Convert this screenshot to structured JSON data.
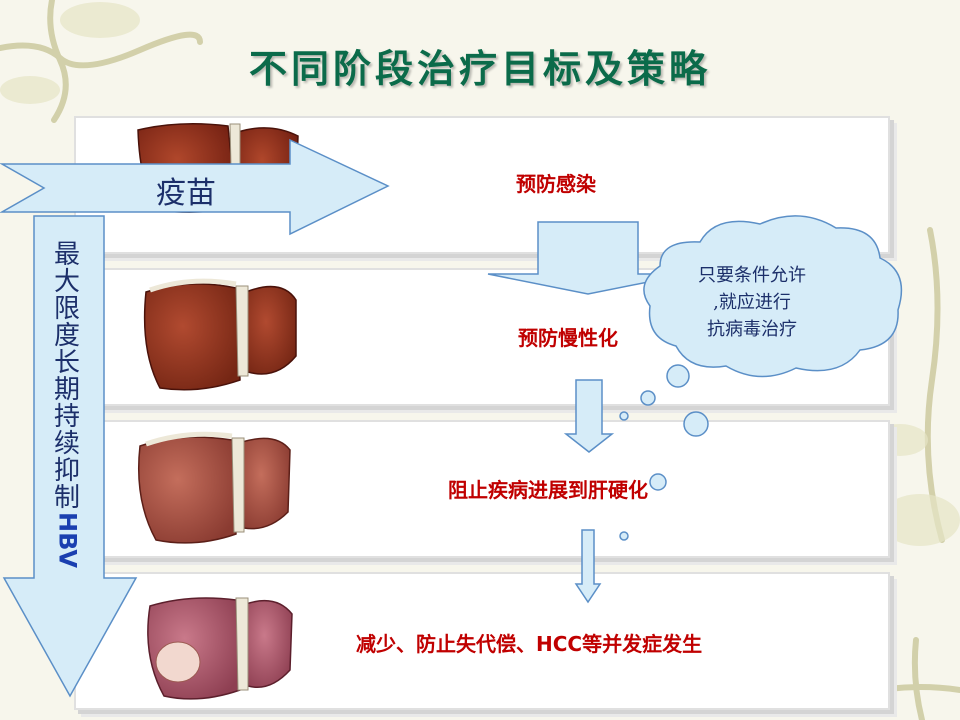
{
  "title": "不同阶段治疗目标及策略",
  "vaccine_label": "疫苗",
  "vertical_label": "最大限度长期持续抑制",
  "vertical_label_latin": "HBV",
  "stages": [
    {
      "text": "预防感染"
    },
    {
      "text": "预防慢性化"
    },
    {
      "text": "阻止疾病进展到肝硬化"
    },
    {
      "text": "减少、防止失代偿、HCC等并发症发生"
    }
  ],
  "cloud": {
    "lines": [
      "只要条件允许",
      ",就应进行",
      "抗病毒治疗"
    ]
  },
  "colors": {
    "title": "#0b6b4a",
    "stage_text": "#c00000",
    "arrow_fill": "#d6ecf8",
    "arrow_stroke": "#5b8fc7",
    "label_text": "#1c2f6a"
  }
}
